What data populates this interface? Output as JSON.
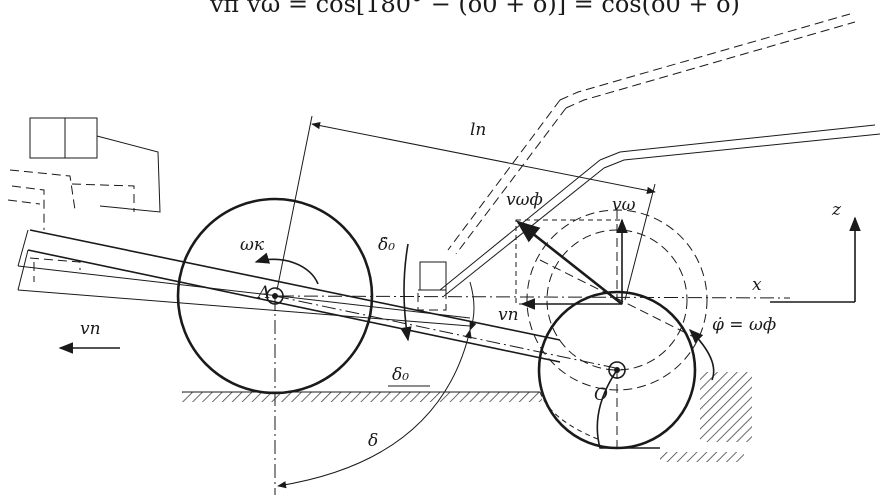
{
  "equation": {
    "text": "vп vω = cos[180° − (δ0 + δ)] = cos(δ0 + δ)"
  },
  "labels": {
    "l_p": "lп",
    "v_omega_f": "vωф",
    "v_omega": "vω",
    "v_p_right": "vп",
    "v_p_left": "vп",
    "z": "z",
    "x": "x",
    "omega_k": "ωк",
    "delta0_dot": "δ̇₀",
    "A": "A",
    "phi_eq": "φ̇ = ωф",
    "delta0": "δ₀",
    "O": "O",
    "delta": "δ"
  },
  "colors": {
    "ink": "#1a1a1a",
    "background": "#ffffff"
  }
}
